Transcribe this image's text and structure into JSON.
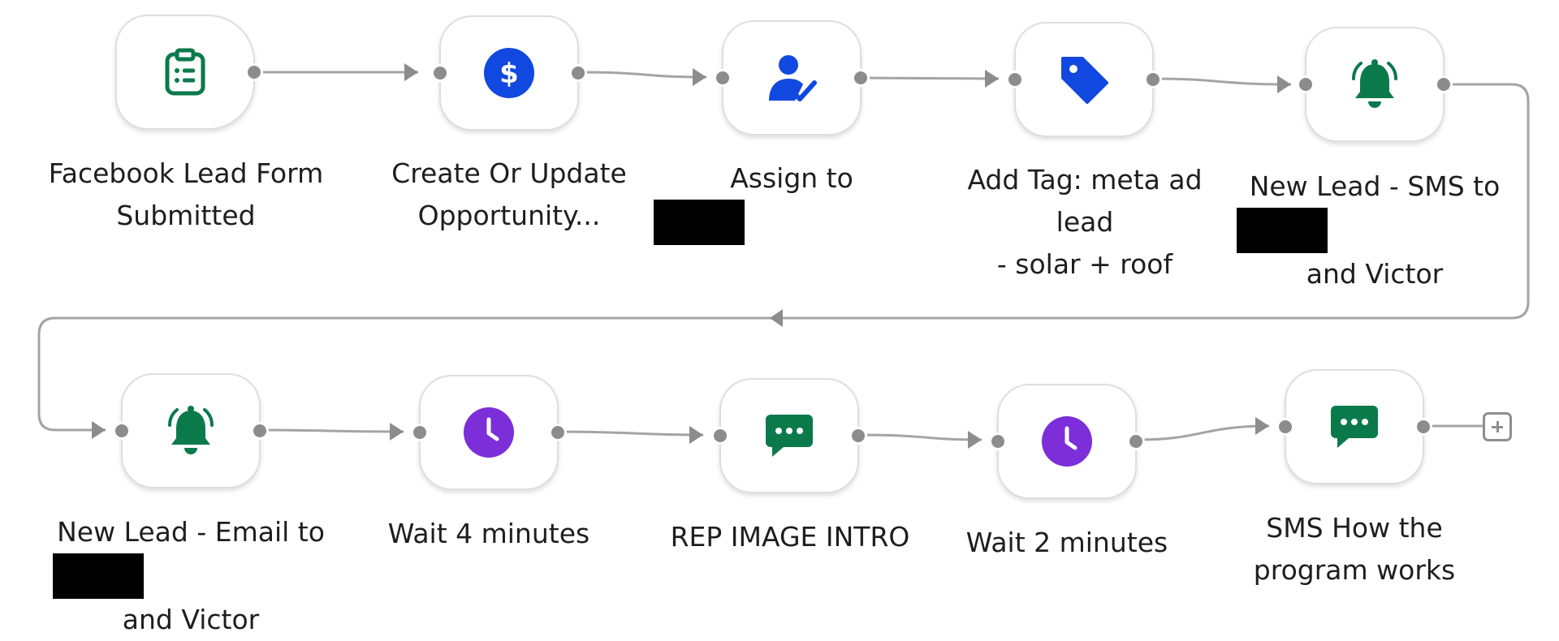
{
  "colors": {
    "wire": "#a4a4a4",
    "handle": "#8c8c8c",
    "green": "#0b7a4b",
    "blue": "#1148e0",
    "purple": "#7c2fd8"
  },
  "workflow": {
    "nodes": [
      {
        "id": "n1",
        "icon": "clipboard-list-icon",
        "lines": [
          "Facebook Lead Form",
          "Submitted"
        ]
      },
      {
        "id": "n2",
        "icon": "dollar-icon",
        "lines": [
          "Create Or Update",
          "Opportunity..."
        ]
      },
      {
        "id": "n3",
        "icon": "user-check-icon",
        "lines": [
          "Assign to"
        ]
      },
      {
        "id": "n4",
        "icon": "tag-icon",
        "lines": [
          "Add Tag: meta ad lead",
          "- solar + roof"
        ]
      },
      {
        "id": "n5",
        "icon": "bell-icon",
        "lines": [
          "New Lead - SMS to",
          "and Victor"
        ]
      },
      {
        "id": "n6",
        "icon": "bell-icon",
        "lines": [
          "New Lead - Email to",
          "and Victor"
        ]
      },
      {
        "id": "n7",
        "icon": "clock-icon",
        "lines": [
          "Wait 4 minutes"
        ]
      },
      {
        "id": "n8",
        "icon": "message-icon",
        "lines": [
          "REP IMAGE INTRO"
        ]
      },
      {
        "id": "n9",
        "icon": "clock-icon",
        "lines": [
          "Wait 2 minutes"
        ]
      },
      {
        "id": "n10",
        "icon": "message-icon",
        "lines": [
          "SMS How the",
          "program works"
        ]
      }
    ],
    "add_action_icon": "plus-icon"
  }
}
